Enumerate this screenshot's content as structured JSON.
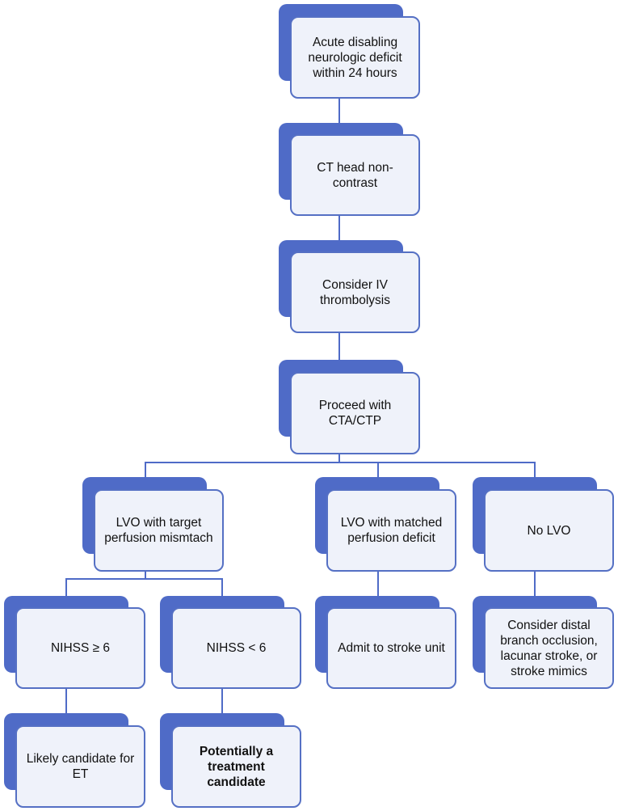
{
  "nodes": {
    "acute_deficit": "Acute disabling neurologic deficit within 24 hours",
    "ct_head": "CT head non-contrast",
    "iv_thrombolysis": "Consider IV thrombolysis",
    "cta_ctp": "Proceed with CTA/CTP",
    "lvo_target": "LVO with target perfusion mismtach",
    "lvo_matched": "LVO with matched perfusion deficit",
    "no_lvo": "No LVO",
    "nihss_ge6": "NIHSS ≥ 6",
    "nihss_lt6": "NIHSS < 6",
    "admit_stroke_unit": "Admit to stroke unit",
    "consider_distal": "Consider distal branch occlusion, lacunar stroke, or stroke mimics",
    "likely_candidate": "Likely candidate for ET",
    "potential_candidate": "Potentially a treatment candidate"
  },
  "colors": {
    "shadow": "#4f6bc7",
    "box_fill": "#eff2fa",
    "box_border": "#5570c4",
    "connector": "#4f6bc7"
  }
}
